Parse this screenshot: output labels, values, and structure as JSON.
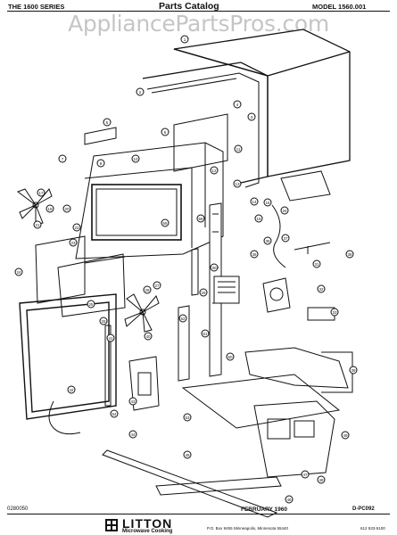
{
  "header": {
    "series": "THE 1600 SERIES",
    "title": "Parts Catalog",
    "model": "MODEL 1560.001"
  },
  "watermark": "AppliancePartsPros.com",
  "footer": {
    "code_left": "0280050",
    "brand": "LITTON",
    "brand_sub": "Microwave Cooking",
    "date": "FEBRUARY 1960",
    "code_right": "D-PC092",
    "address": "P.O. Box 9455   Minneapolis, Minnesota 55440",
    "phone": "612  533-5100"
  },
  "callouts": [
    "1",
    "2",
    "3",
    "4",
    "5",
    "6",
    "7",
    "9",
    "10",
    "11",
    "12",
    "13",
    "14",
    "15",
    "16",
    "17",
    "19",
    "20",
    "21",
    "22",
    "23",
    "24",
    "25",
    "26",
    "27",
    "28",
    "29",
    "30",
    "31",
    "32",
    "33",
    "34",
    "35",
    "36",
    "37",
    "38",
    "39",
    "40",
    "41",
    "42",
    "43",
    "44",
    "45",
    "46",
    "47",
    "48",
    "49",
    "50",
    "51",
    "52",
    "53",
    "54",
    "55",
    "56",
    "57",
    "58",
    "59",
    "60",
    "61",
    "62",
    "63",
    "64",
    "65",
    "66",
    "67",
    "68",
    "69",
    "70",
    "71",
    "72",
    "73",
    "74",
    "75",
    "76",
    "77",
    "78",
    "79",
    "80",
    "81",
    "82",
    "83",
    "84",
    "85",
    "86",
    "87",
    "88",
    "89",
    "90",
    "91",
    "92",
    "93"
  ]
}
